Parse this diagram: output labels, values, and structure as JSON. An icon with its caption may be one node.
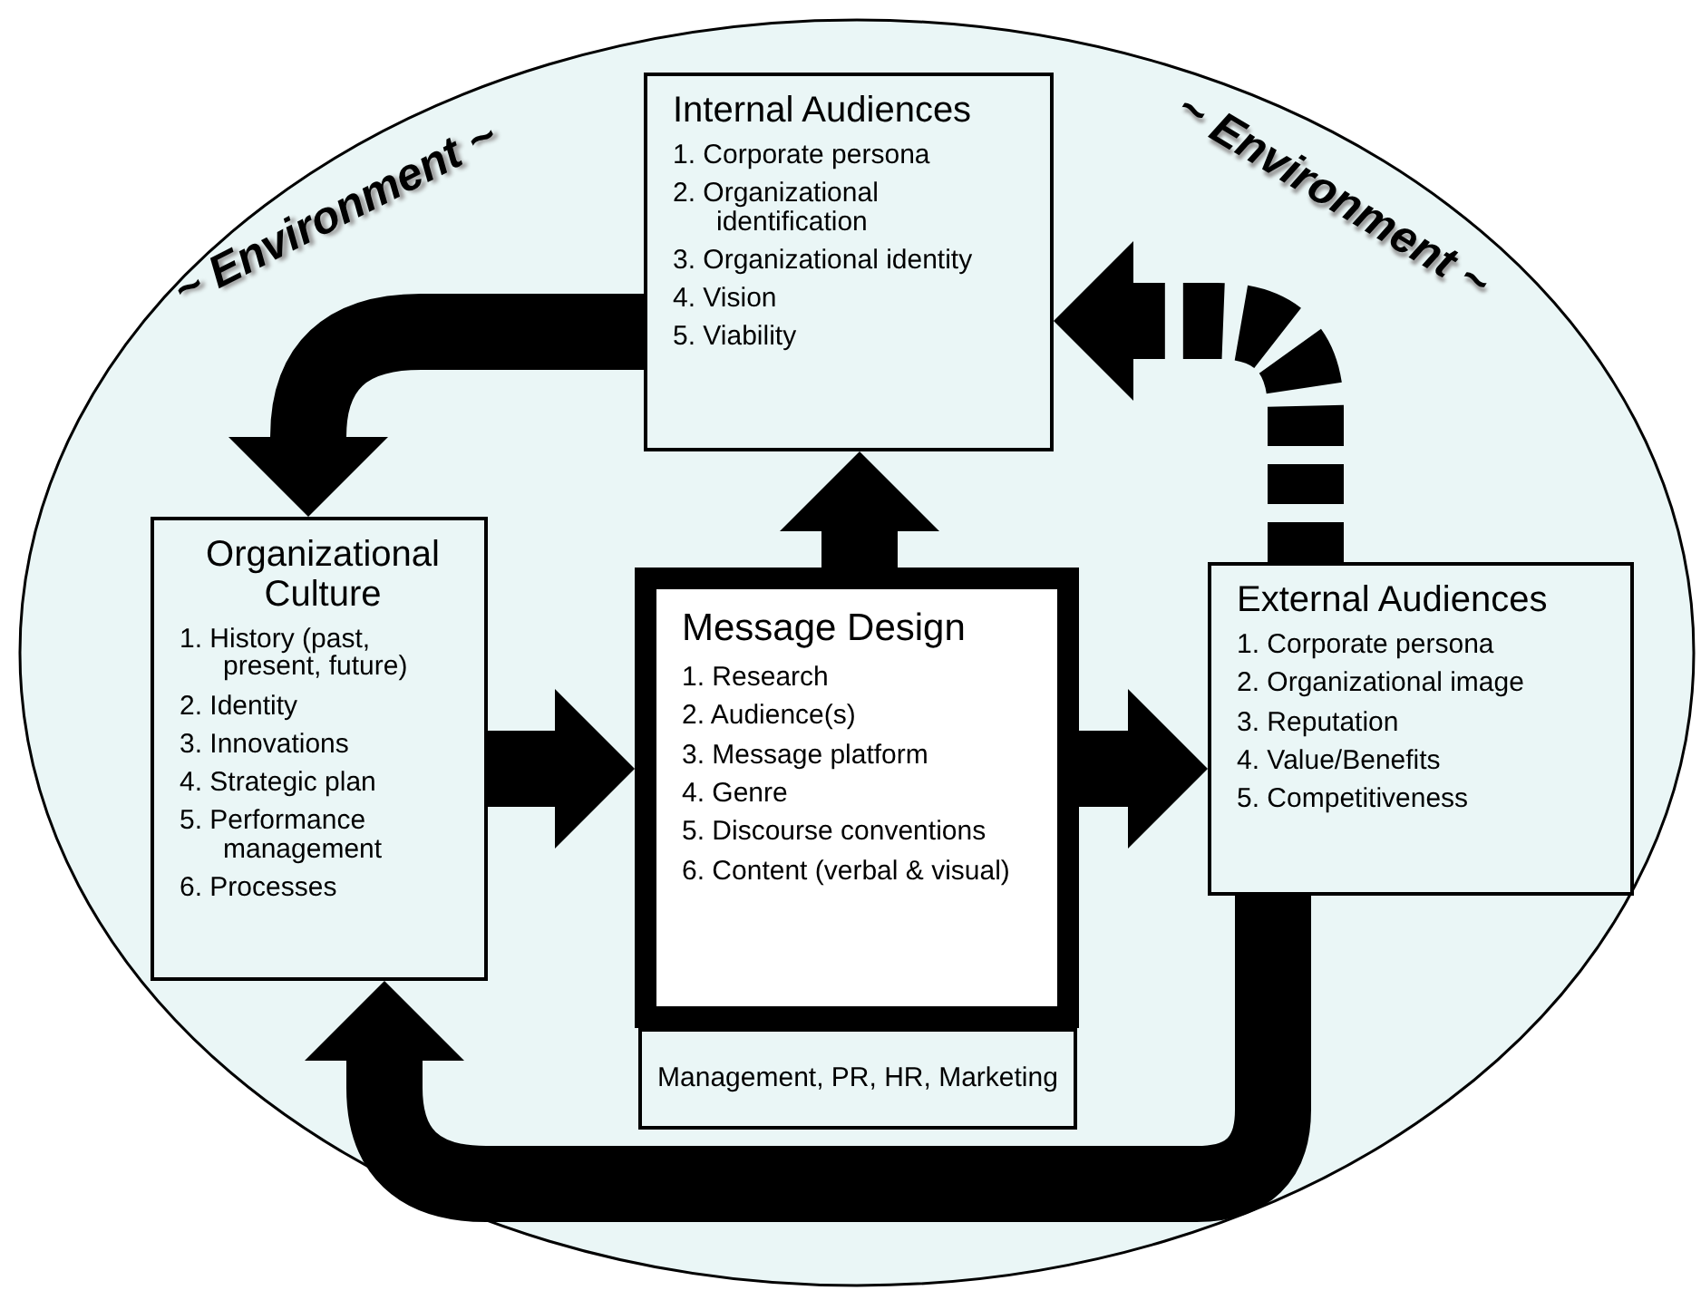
{
  "diagram": {
    "nodes": [
      {
        "text": [
          "~ Environment ~",
          "~ Environment ~"
        ]
      },
      {
        "text": [
          "Internal Audiences",
          "1. Corporate persona",
          "2. Organizational identification",
          "3. Organizational identity",
          "4. Vision",
          "5. Viability"
        ],
        "in": 0
      },
      {
        "text": [
          "Organizational Culture",
          "1. History (past, present, future)",
          "2. Identity",
          "3. Innovations",
          "4. Strategic plan",
          "5. Performance management",
          "6. Processes"
        ],
        "in": 0
      },
      {
        "text": [
          "Message Design",
          "1. Research",
          "2. Audience(s)",
          "3. Message platform",
          "4. Genre",
          "5. Discourse conventions",
          "6. Content (verbal & visual)"
        ],
        "in": 0
      },
      {
        "text": [
          "Management, PR, HR, Marketing"
        ],
        "in": 0
      },
      {
        "text": [
          "External Audiences",
          "1. Corporate persona",
          "2. Organizational image",
          "3. Reputation",
          "4. Value/Benefits",
          "5. Competitiveness"
        ],
        "in": 0
      }
    ],
    "edges": [
      {
        "from": 1,
        "to": 2,
        "arrow": "to"
      },
      {
        "from": 2,
        "to": 3,
        "arrow": "to"
      },
      {
        "from": 3,
        "to": 1,
        "arrow": "to"
      },
      {
        "from": 3,
        "to": 5,
        "arrow": "to"
      },
      {
        "from": 5,
        "to": 2,
        "arrow": "to"
      },
      {
        "from": 5,
        "to": 1,
        "arrow": "to",
        "style": "dashed"
      }
    ]
  }
}
